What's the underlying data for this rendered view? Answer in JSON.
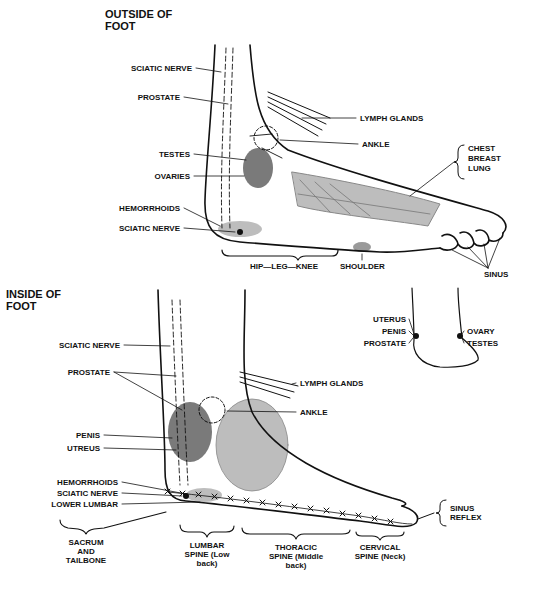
{
  "diagram": {
    "labels": [
      "OUTSIDE OF FOOT",
      "SCIATIC NERVE",
      "PROSTATE",
      "LYMPH GLANDS",
      "ANKLE",
      "CHEST",
      "BREAST",
      "LUNG",
      "TESTES",
      "OVARIES",
      "HEMORRHOIDS",
      "SCIATIC NERVE",
      "HIP—LEG—KNEE",
      "SHOULDER",
      "SINUS",
      "UTERUS",
      "PENIS",
      "PROSTATE",
      "OVARY",
      "TESTES",
      "INSIDE OF FOOT",
      "SCIATIC NERVE",
      "PROSTATE",
      "LYMPH GLANDS",
      "ANKLE",
      "PENIS",
      "UTREUS",
      "HEMORRHOIDS",
      "SCIATIC NERVE",
      "LOWER LUMBAR",
      "SACRUM AND TAILBONE",
      "LUMBAR SPINE (Low back)",
      "THORACIC SPINE (Middle back)",
      "CERVICAL SPINE (Neck)",
      "SINUS REFLEX"
    ]
  }
}
